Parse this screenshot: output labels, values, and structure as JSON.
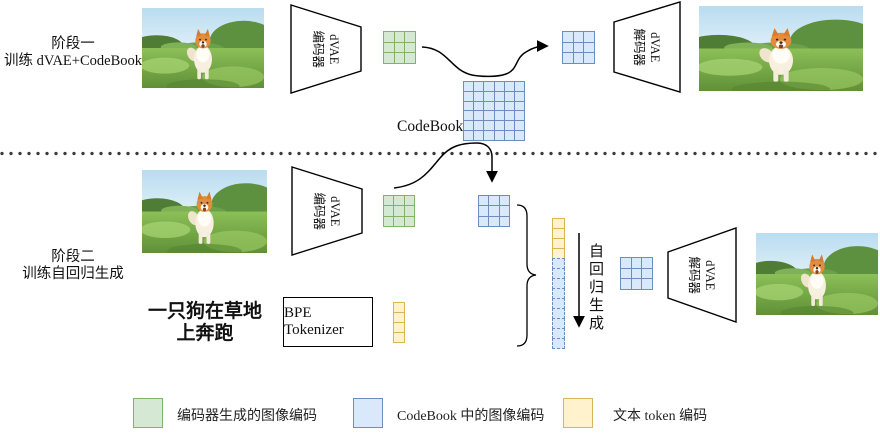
{
  "colors": {
    "green_fill": "#d5e8d4",
    "green_stroke": "#82b366",
    "blue_fill": "#dae8fc",
    "blue_stroke": "#6c8ebf",
    "yellow_fill": "#fff2cc",
    "yellow_stroke": "#d6b656"
  },
  "stage1": {
    "title_line1": "阶段一",
    "title_line2": "训练 dVAE+CodeBook"
  },
  "stage2": {
    "title_line1": "阶段二",
    "title_line2": "训练自回归生成",
    "prompt_line1": "一只狗在草地",
    "prompt_line2": "上奔跑",
    "bpe_label": "BPE Tokenizer",
    "autoregressive_label": "自回归生成"
  },
  "blocks": {
    "encoder": {
      "line1": "dVAE",
      "line2": "编码器"
    },
    "decoder": {
      "line1": "dVAE",
      "line2": "解码器"
    }
  },
  "codebook": {
    "label": "CodeBook"
  },
  "legend": {
    "items": [
      {
        "color": "green",
        "label": "编码器生成的图像编码"
      },
      {
        "color": "blue",
        "label": "CodeBook 中的图像编码"
      },
      {
        "color": "yellow",
        "label": "文本 token 编码"
      }
    ]
  }
}
